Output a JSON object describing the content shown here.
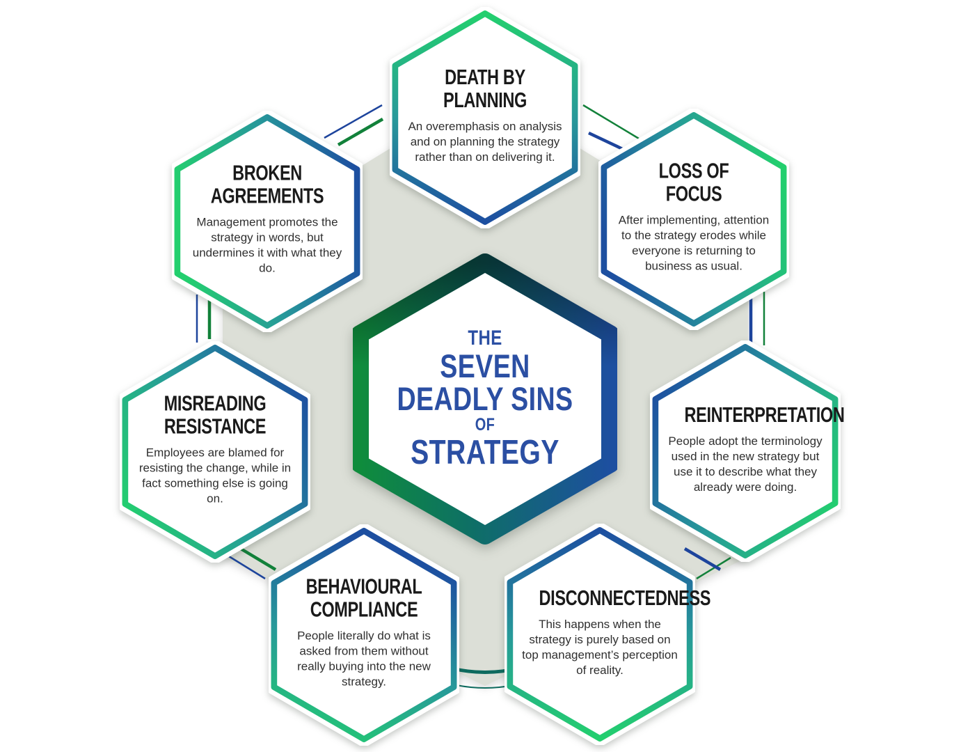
{
  "center": {
    "lines": [
      "THE",
      "SEVEN",
      "DEADLY SINS",
      "OF",
      "STRATEGY"
    ]
  },
  "sins": [
    {
      "id": "death-by-planning",
      "title": "DEATH BY\nPLANNING",
      "description": "An overemphasis on analysis and on planning the strategy rather than on delivering it."
    },
    {
      "id": "loss-of-focus",
      "title": "LOSS OF\nFOCUS",
      "description": "After implementing, attention to the strategy erodes while everyone is returning to business as usual."
    },
    {
      "id": "reinterpretation",
      "title": "REINTERPRETATION",
      "description": "People adopt the terminology used in the new strategy but use it to describe what they already were doing."
    },
    {
      "id": "disconnectedness",
      "title": "DISCONNECTEDNESS",
      "description": "This happens when the strategy is purely based on top management’s perception of reality."
    },
    {
      "id": "behavioural-compliance",
      "title": "BEHAVIOURAL\nCOMPLIANCE",
      "description": "People literally do what is asked from them without really buying into the new strategy."
    },
    {
      "id": "misreading-resistance",
      "title": "MISREADING\nRESISTANCE",
      "description": "Employees are blamed for resisting the change, while in fact something else is going on."
    },
    {
      "id": "broken-agreements",
      "title": "BROKEN\nAGREEMENTS",
      "description": "Management promotes the strategy in words, but undermines it with what they do."
    }
  ],
  "colors": {
    "green": "#23cf6e",
    "teal": "#27999a",
    "blue": "#1d4fa0",
    "dark_green": "#12813a",
    "dark_blue": "#1d449c",
    "dark_teal": "#0e6b5f",
    "center_green": "#0f8c3c",
    "center_teal": "#0e6f66",
    "center_blue": "#1d4fa0",
    "background_gray": "#dcdfd7",
    "title_blue": "#2b4fa3",
    "heading_black": "#1a1a1a",
    "body_text": "#2f2f2f"
  }
}
